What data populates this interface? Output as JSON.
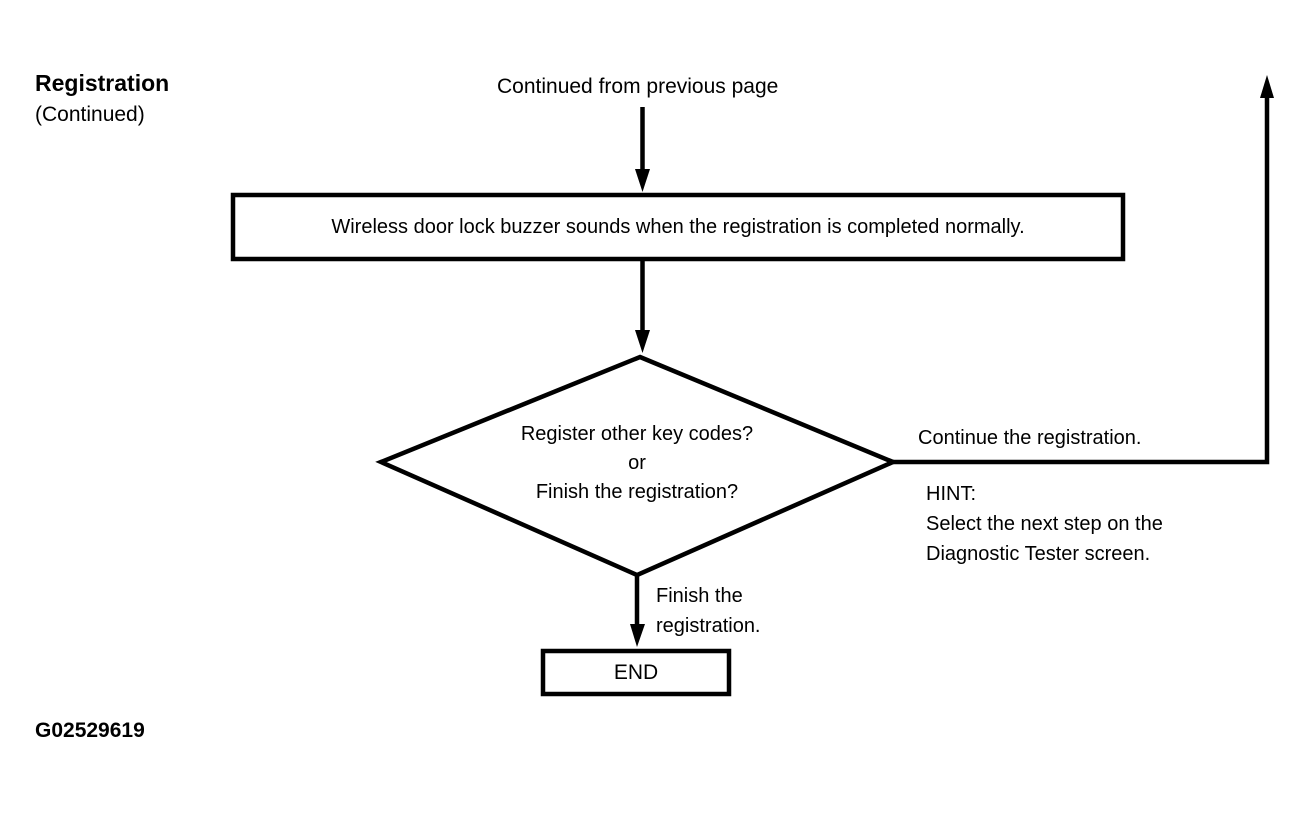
{
  "header": {
    "title": "Registration",
    "subtitle": "(Continued)"
  },
  "flowchart": {
    "entry_label": "Continued from previous page",
    "process_box": "Wireless door lock buzzer sounds when the registration is completed normally.",
    "decision": {
      "line1": "Register other key codes?",
      "line2": "or",
      "line3": "Finish the registration?"
    },
    "branch_right": {
      "label": "Continue the registration.",
      "hint_title": "HINT:",
      "hint_line1": "Select the next step on the",
      "hint_line2": "Diagnostic Tester screen."
    },
    "branch_down": {
      "label_line1": "Finish the",
      "label_line2": "registration."
    },
    "end_box": "END"
  },
  "footer": {
    "figure_id": "G02529619"
  },
  "colors": {
    "ink": "#000000",
    "background": "#ffffff"
  }
}
